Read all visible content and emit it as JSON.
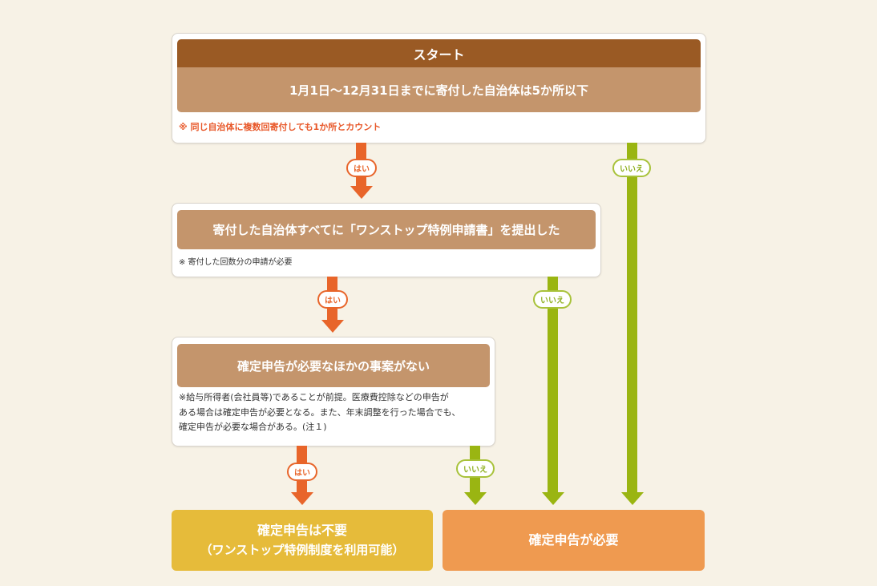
{
  "start": {
    "title": "スタート",
    "question": "1月1日〜12月31日までに寄付した自治体は5か所以下",
    "note": "※ 同じ自治体に複数回寄付しても1か所とカウント"
  },
  "step2": {
    "question": "寄付した自治体すべてに「ワンストップ特例申請書」を提出した",
    "note": "※ 寄付した回数分の申請が必要"
  },
  "step3": {
    "question": "確定申告が必要なほかの事案がない",
    "note_lines": [
      "※給与所得者(会社員等)であることが前提。医療費控除などの申告が",
      "ある場合は確定申告が必要となる。また、年末調整を行った場合でも、",
      "確定申告が必要な場合がある。(注１)"
    ]
  },
  "labels": {
    "yes": "はい",
    "no": "いいえ"
  },
  "results": {
    "not_required": {
      "line1": "確定申告は不要",
      "line2": "（ワンストップ特例制度を利用可能）"
    },
    "required": "確定申告が必要"
  },
  "colors": {
    "header": "#9a5a24",
    "question": "#c4956c",
    "yes": "#e8652a",
    "no": "#9ab512",
    "result_ok": "#e6bb3a",
    "result_req": "#ef9a50"
  }
}
